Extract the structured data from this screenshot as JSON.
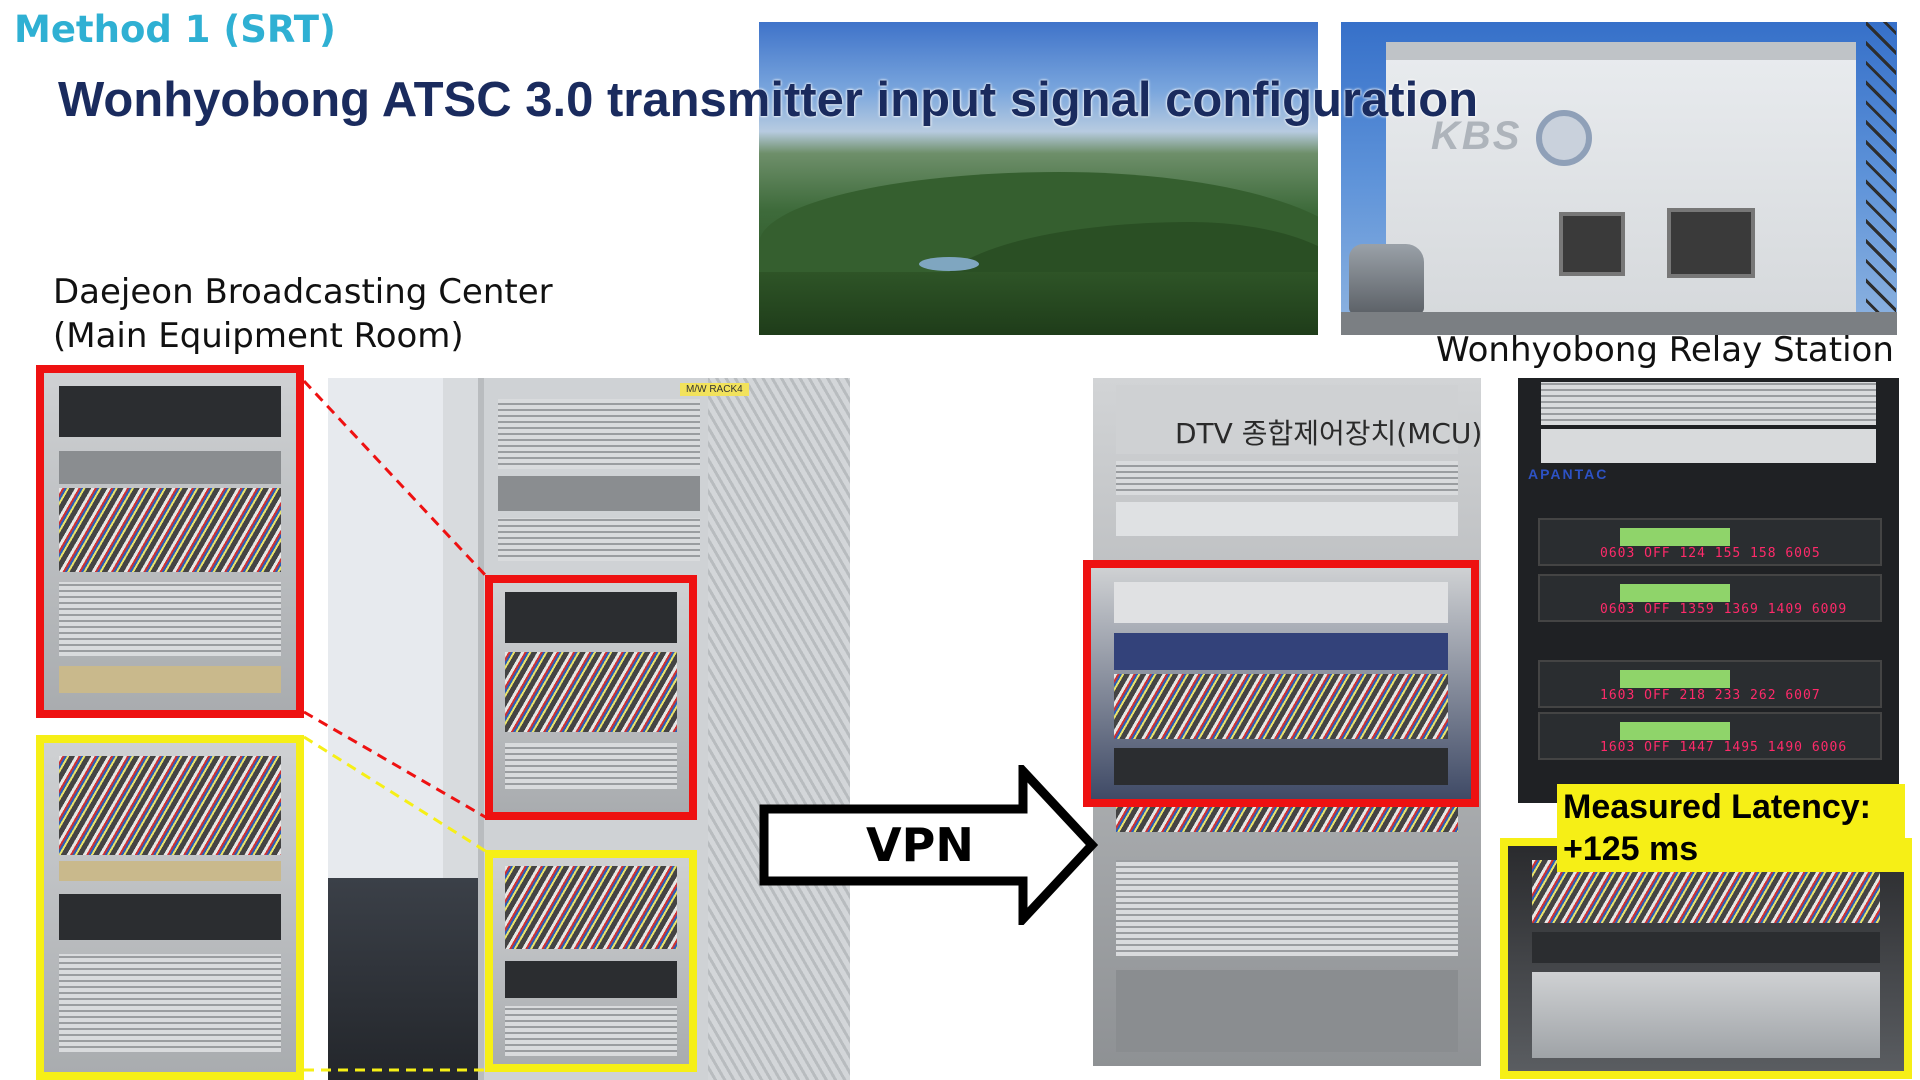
{
  "header": {
    "method": "Method 1 (SRT)",
    "title": "Wonhyobong ATSC 3.0 transmitter input signal configuration"
  },
  "captions": {
    "source_site_line1": "Daejeon Broadcasting Center",
    "source_site_line2": "(Main Equipment Room)",
    "relay_station": "Wonhyobong Relay Station"
  },
  "photo_labels": {
    "kbs_logo": "KBS",
    "mcu_panel": "DTV 종합제어장치(MCU)",
    "monitor_brand": "APANTAC",
    "rack_tag": "M/W RACK4",
    "monitor_values": [
      "0603 OFF 124 155 158 6005",
      "0603 OFF 1359 1369 1409 6009",
      "1603 OFF 218 233 262 6007",
      "1603 OFF 1447 1495 1490 6006"
    ]
  },
  "link": {
    "label": "VPN"
  },
  "latency": {
    "line1": "Measured Latency:",
    "line2": "+125 ms"
  },
  "colors": {
    "method": "#2fb0d3",
    "title": "#1a2b5e",
    "highlight_red": "#ee1111",
    "highlight_yellow": "#f6ef16"
  }
}
